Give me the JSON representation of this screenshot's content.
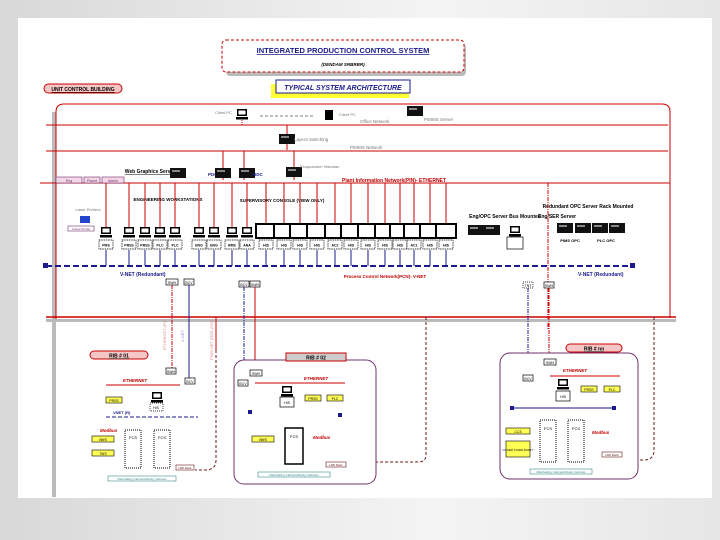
{
  "title": {
    "main": "INTEGRATED PRODUCTION CONTROL SYSTEM",
    "sub": "(DENDAM SRBRBR)",
    "typical": "TYPICAL SYSTEM ARCHITECTURE"
  },
  "building_label": "UNIT CONTROL BUILDING",
  "office": {
    "client_pc_1": "Client PC",
    "client_pc_2": "Client PC",
    "office_network": "Office Network",
    "pims_server": "PIMMS Server",
    "layer3": "Layer3 Switching",
    "pims_network": "PIMMS Network"
  },
  "pin": {
    "web_graphics": "Web Graphics Server",
    "pdc": "PDC",
    "bdc": "BDC",
    "exaquantum": "Exaquantum Historian",
    "network_label": "Plant Information Network(PIN)- ETHERNET",
    "tabs": [
      "Eng",
      "Planet",
      "Admin"
    ],
    "laser_printer": "Laser Printers",
    "color_printer": "Colour Printer",
    "eng_ws": "ENGINEERING WORKSTATIONS",
    "supervisory": "SUPERVISORY CONSOLE (VIEW ONLY)",
    "opc_server_bus": "Eng/OPC Server Bus Mounted",
    "ser_server": "Eng/SER Server",
    "redundant_opc": "Redundant OPC Server Rack Mounted",
    "pims_opc": "PIMS OPC",
    "plc_opc": "PLC OPC"
  },
  "stations": [
    "PMS",
    "PRSS",
    "PRSS",
    "PLC",
    "PLC",
    "ENG",
    "ENG",
    "RMS",
    "ANA",
    "HIS",
    "HIS",
    "HIS",
    "HIS",
    "AC2",
    "HIS",
    "HIS",
    "HIS",
    "HIS",
    "AC1",
    "HIS",
    "HIS"
  ],
  "vnet": {
    "left_label": "V-NET (Redundant)",
    "center_label": "Process Control Network(PCN)- V-NET",
    "right_label": "V-NET (Redundant)",
    "switches": [
      "SWH",
      "BCV",
      "BCV",
      "SWH",
      "TNT",
      "SWH"
    ]
  },
  "fibre": {
    "label1": "ETHERNET (FO)",
    "label2": "V-NET",
    "label3": "PIMS NET (ROE (FO))"
  },
  "rib1": {
    "title": "RIB # 01",
    "ethernet": "ETHERNET",
    "swh": "SWH",
    "bcv": "BCV",
    "prss": "PRSS",
    "his": "HIS",
    "vnet": "VNET (R)",
    "modbus": "Modbus",
    "bms": "BMS",
    "tms": "TMS",
    "fcs1": "FCS",
    "fcs2": "FCS",
    "marshalling": "Marshalling Cabinets/Relay Cabinets",
    "hmi": "HMI Rack"
  },
  "rib2": {
    "title": "RIB # 02",
    "ethernet": "ETHERNET",
    "swh": "SWH",
    "bcv": "BCV",
    "his": "HIS",
    "prss": "PRSS",
    "plc": "PLC",
    "bms": "BMS",
    "fcs": "FCS",
    "modbus": "Modbus",
    "marshalling": "Marshalling Cabinets/Relay Cabinets",
    "hmi": "HMI Rack"
  },
  "ribn": {
    "title": "RIB # nn",
    "ethernet": "ETHERNET",
    "swh": "SWH",
    "bcv": "BCV",
    "his": "HIS",
    "prss": "PRSS",
    "plc": "PLC",
    "ccs": "CCS",
    "other": "OTHER THIRD PARTY",
    "fcs1": "FCS",
    "fcs2": "FCS",
    "modbus": "Modbus",
    "marshalling": "Marshalling Cabinets/Relay Cabinets",
    "hmi": "HMI Rack"
  }
}
